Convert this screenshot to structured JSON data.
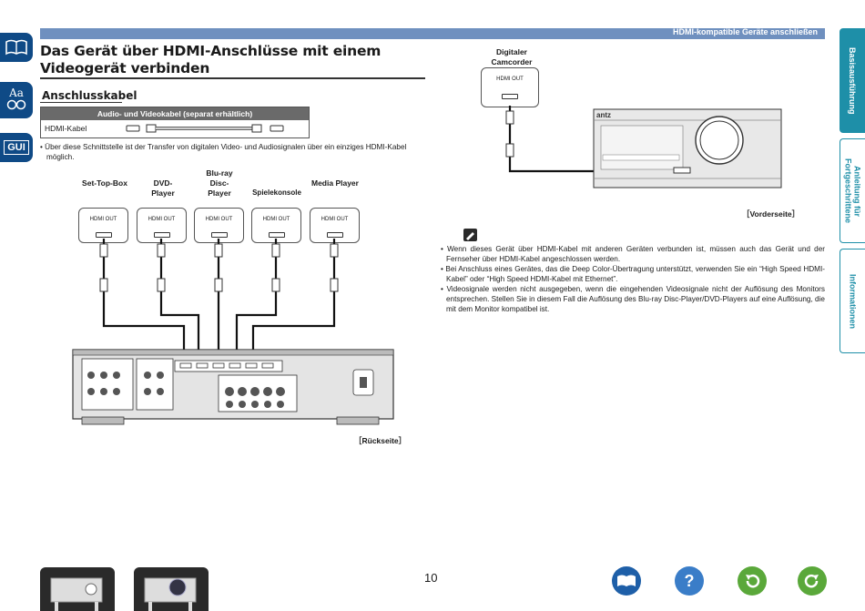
{
  "header": {
    "section": "HDMI-kompatible Geräte anschließen"
  },
  "left_icons": {
    "manual": "manual-book-icon",
    "glossary": "Aa",
    "gui": "GUI"
  },
  "title": "Das Gerät über HDMI-Anschlüsse mit einem Videogerät verbinden",
  "subheading": "Anschlusskabel",
  "cable_table": {
    "header": "Audio- und Videokabel (separat erhältlich)",
    "row_label": "HDMI-Kabel"
  },
  "note_hdmi": "Über diese Schnittstelle ist der Transfer von digitalen Video- und Audiosignalen über ein einziges HDMI-Kabel möglich.",
  "devices": [
    {
      "label": "Set-Top-Box",
      "port_label": "HDMI OUT"
    },
    {
      "label": "DVD-Player",
      "port_label": "HDMI OUT"
    },
    {
      "label": "Blu-ray Disc-Player",
      "port_label": "HDMI OUT"
    },
    {
      "label": "Spielekonsole",
      "port_label": "HDMI OUT"
    },
    {
      "label": "Media Player",
      "port_label": "HDMI OUT"
    }
  ],
  "camcorder": {
    "label": "Digitaler Camcorder",
    "port_label": "HDMI OUT"
  },
  "caption_rear": "［Rückseite］",
  "caption_front": "［Vorderseite］",
  "front_brand": "antz",
  "notes": [
    "Wenn dieses Gerät über HDMI-Kabel mit anderen Geräten verbunden ist, müssen auch das Gerät und der Fernseher über HDMI-Kabel angeschlossen werden.",
    "Bei Anschluss eines Gerätes, das die Deep Color-Übertragung unterstützt, verwenden Sie ein “High Speed HDMI-Kabel” oder “High Speed HDMI-Kabel mit Ethernet”.",
    "Videosignale werden nicht ausgegeben, wenn die eingehenden Videosignale nicht der Auflösung des Monitors entsprechen. Stellen Sie in diesem Fall die Auflösung des Blu-ray Disc-Player/DVD-Players auf eine Auflösung, die mit dem Monitor kompatibel ist."
  ],
  "side_tabs": [
    {
      "label": "Basisausführung",
      "color": "#1e8fa8"
    },
    {
      "label": "Anleitung für Fortgeschrittene",
      "color": "#ffffff"
    },
    {
      "label": "Informationen",
      "color": "#ffffff"
    }
  ],
  "page_number": "10",
  "nav_icons": [
    "manual-book-icon",
    "help-icon",
    "back-icon",
    "forward-icon"
  ],
  "colors": {
    "accent_bar": "#6f90bf",
    "tab_active": "#1e8fa8",
    "left_icon": "#0f4a86"
  }
}
